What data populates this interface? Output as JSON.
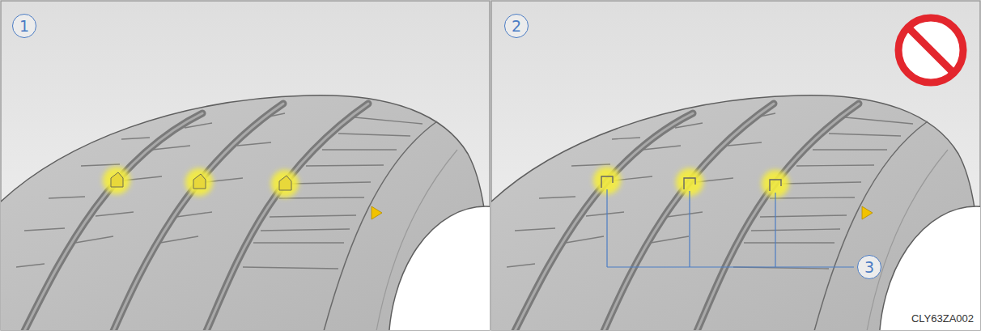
{
  "diagram": {
    "labels": [
      "1",
      "2",
      "3",
      "CLY63ZA002"
    ]
  }
}
